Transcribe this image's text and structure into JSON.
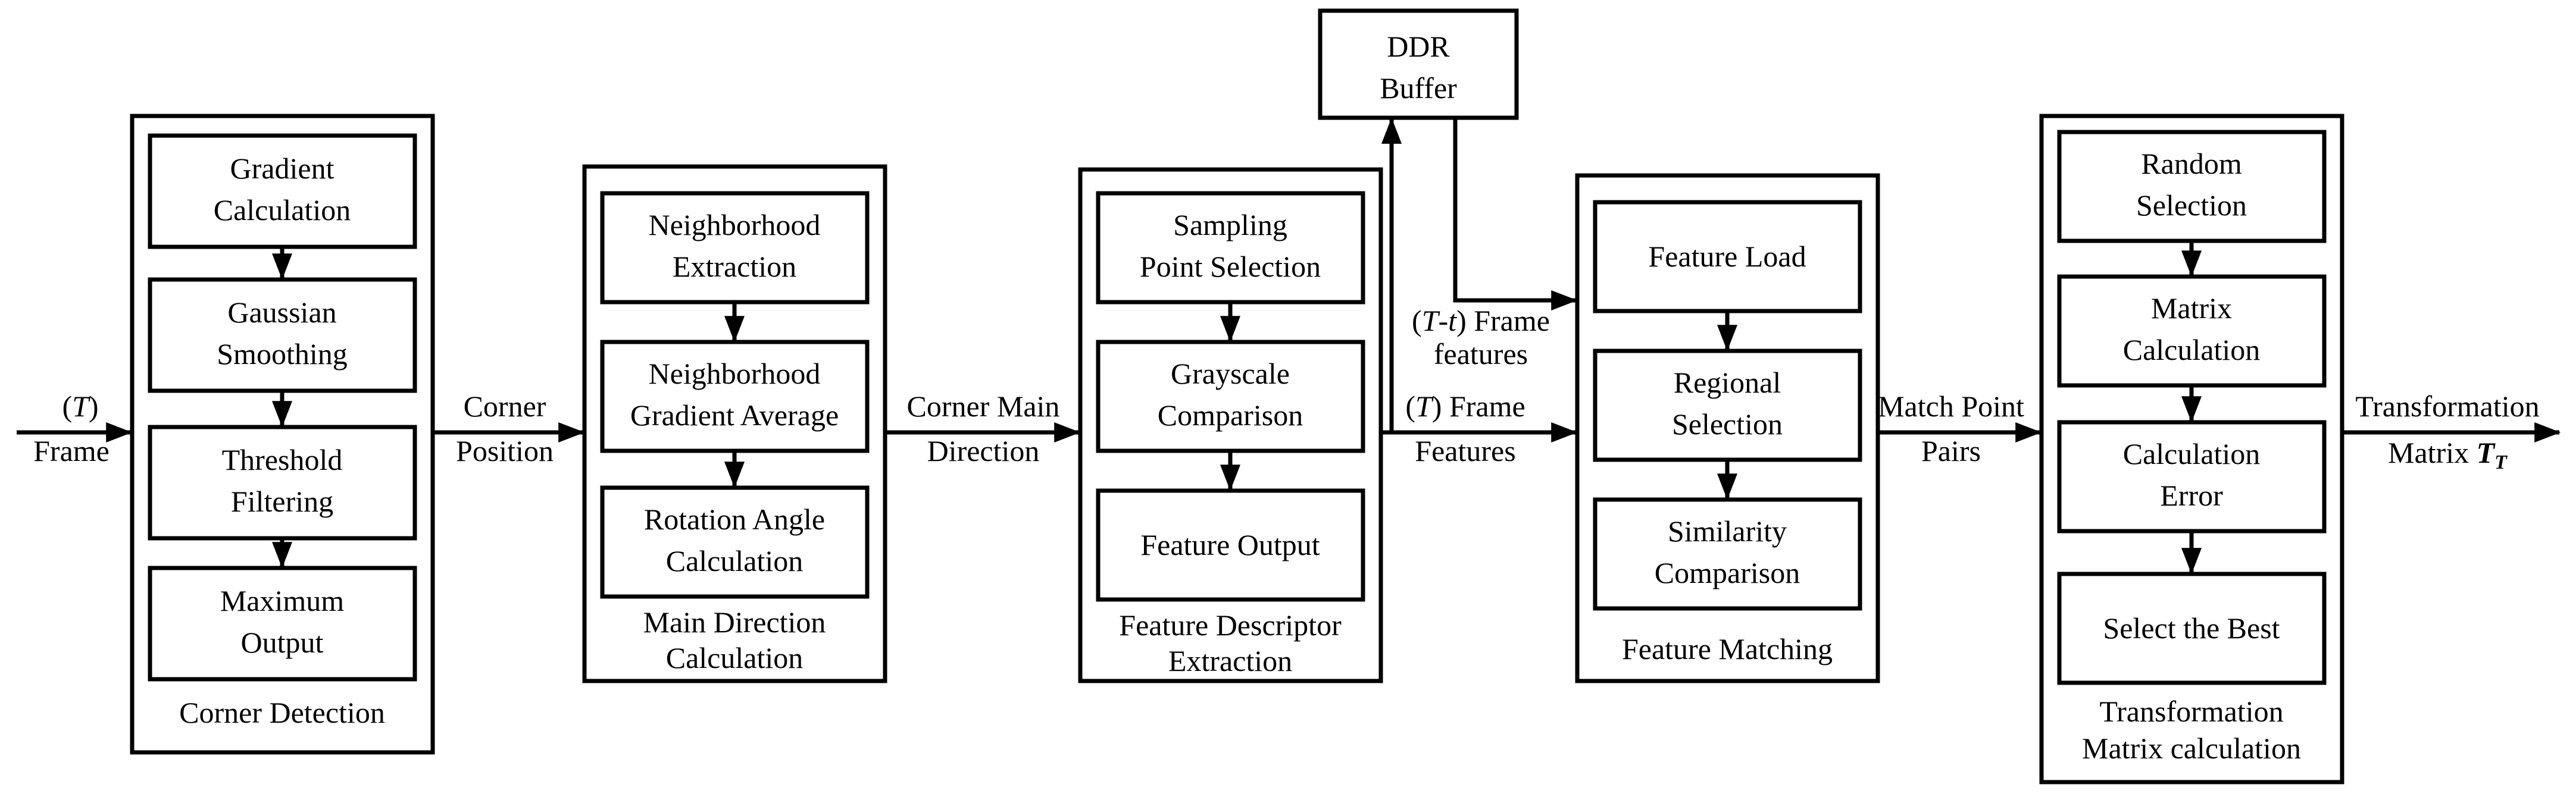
{
  "input": {
    "t_label": "T",
    "frame_label": "Frame"
  },
  "edges": {
    "corner_position": [
      "Corner",
      "Position"
    ],
    "corner_main_direction": [
      "Corner Main",
      "Direction"
    ],
    "t_frame_features": {
      "t": "T",
      "line1_rest": " Frame",
      "line2": "Features"
    },
    "tt_frame_features": {
      "t": "T",
      "dash": "-",
      "tt": "t",
      "line1_rest": " Frame",
      "line2": "features"
    },
    "match_point_pairs": [
      "Match Point",
      "Pairs"
    ],
    "transformation_matrix": {
      "line1": "Transformation",
      "line2_prefix": "Matrix ",
      "sym": "T",
      "sub": "T"
    }
  },
  "ddr": [
    "DDR",
    "Buffer"
  ],
  "modules": {
    "corner_detection": {
      "label": [
        "Corner Detection"
      ],
      "steps": [
        [
          "Gradient",
          "Calculation"
        ],
        [
          "Gaussian",
          "Smoothing"
        ],
        [
          "Threshold",
          "Filtering"
        ],
        [
          "Maximum",
          "Output"
        ]
      ]
    },
    "main_direction": {
      "label": [
        "Main Direction",
        "Calculation"
      ],
      "steps": [
        [
          "Neighborhood",
          "Extraction"
        ],
        [
          "Neighborhood",
          "Gradient Average"
        ],
        [
          "Rotation Angle",
          "Calculation"
        ]
      ]
    },
    "feature_descriptor": {
      "label": [
        "Feature Descriptor",
        "Extraction"
      ],
      "steps": [
        [
          "Sampling",
          "Point Selection"
        ],
        [
          "Grayscale",
          "Comparison"
        ],
        [
          "Feature Output"
        ]
      ]
    },
    "feature_matching": {
      "label": [
        "Feature Matching"
      ],
      "steps": [
        [
          "Feature Load"
        ],
        [
          "Regional",
          "Selection"
        ],
        [
          "Similarity",
          "Comparison"
        ]
      ]
    },
    "transformation_calc": {
      "label": [
        "Transformation",
        "Matrix calculation"
      ],
      "steps": [
        [
          "Random",
          "Selection"
        ],
        [
          "Matrix",
          "Calculation"
        ],
        [
          "Calculation",
          "Error"
        ],
        [
          "Select the Best"
        ]
      ]
    }
  }
}
